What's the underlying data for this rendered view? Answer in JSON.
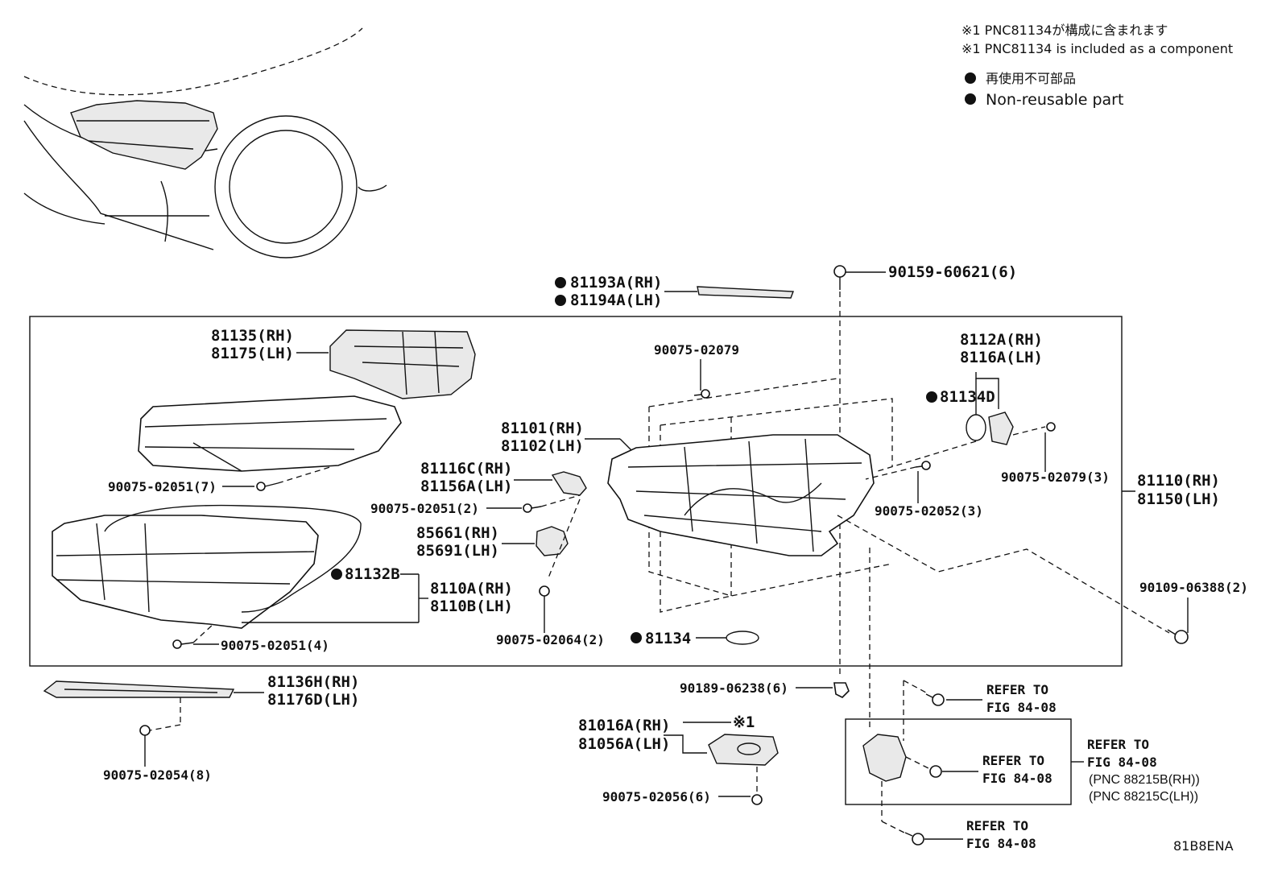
{
  "notes": {
    "component_jp": "※1 PNC81134が構成に含まれます",
    "component_en": "※1 PNC81134 is included as a component",
    "nonreusable_jp": "再使用不可部品",
    "nonreusable_en": "Non-reusable part"
  },
  "labels": {
    "p81193A": "81193A(RH)",
    "p81194A": "81194A(LH)",
    "p90159": "90159-60621(6)",
    "p81135": "81135(RH)",
    "p81175": "81175(LH)",
    "p90075_02079": "90075-02079",
    "p8112A": "8112A(RH)",
    "p8116A": "8116A(LH)",
    "p81134D": "81134D",
    "p81101": "81101(RH)",
    "p81102": "81102(LH)",
    "p81116C": "81116C(RH)",
    "p81156A": "81156A(LH)",
    "p90075_02051_7": "90075-02051(7)",
    "p90075_02051_2": "90075-02051(2)",
    "p85661": "85661(RH)",
    "p85691": "85691(LH)",
    "p90075_02052_3": "90075-02052(3)",
    "p90075_02079_3": "90075-02079(3)",
    "p81110": "81110(RH)",
    "p81150": "81150(LH)",
    "p81132B": "81132B",
    "p8110A": "8110A(RH)",
    "p8110B": "8110B(LH)",
    "p90109": "90109-06388(2)",
    "p90075_02064_2": "90075-02064(2)",
    "p81134": "81134",
    "p90075_02051_4": "90075-02051(4)",
    "p81136H": "81136H(RH)",
    "p81176D": "81176D(LH)",
    "p90189": "90189-06238(6)",
    "p90075_02054_8": "90075-02054(8)",
    "p81016A": "81016A(RH)",
    "p81056A": "81056A(LH)",
    "ref_mark": "※1",
    "p90075_02056_6": "90075-02056(6)",
    "refer_to": "REFER TO",
    "fig_84_08": "FIG 84-08",
    "pnc_88215B": "(PNC 88215B(RH))",
    "pnc_88215C": "(PNC 88215C(LH))",
    "diagram_code": "81B8ENA"
  }
}
